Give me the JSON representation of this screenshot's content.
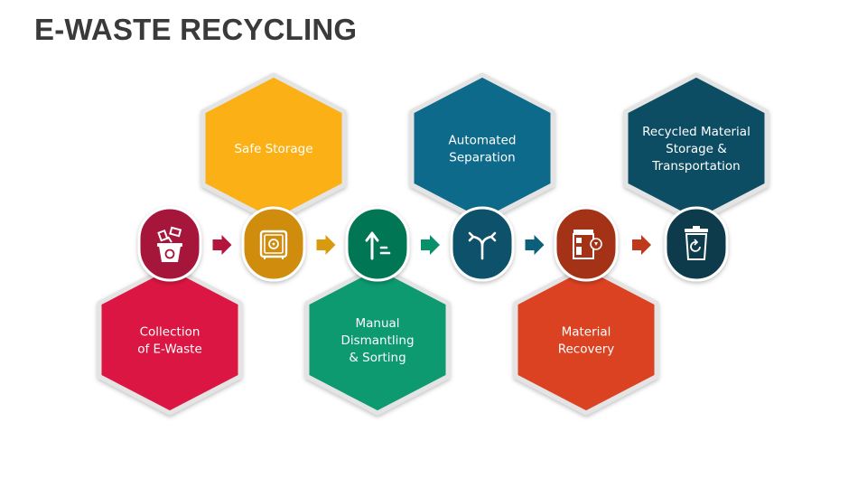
{
  "title": "E-WASTE RECYCLING",
  "colors": {
    "title": "#3a3a3a",
    "hex_border": "#e4e4e4",
    "pill_border": "#ffffff"
  },
  "steps": [
    {
      "id": "collection",
      "lines": [
        "Collection",
        "of E-Waste"
      ],
      "icon": "recycle-bin-icon",
      "hex_color": "#dc1843",
      "pill_color": "#a6143a",
      "arrow_color": "#b3163c"
    },
    {
      "id": "safe-storage",
      "lines": [
        "Safe Storage"
      ],
      "icon": "safe-icon",
      "hex_color": "#fbb116",
      "pill_color": "#cf8c0a",
      "arrow_color": "#d99a0e"
    },
    {
      "id": "manual-dismantling",
      "lines": [
        "Manual",
        "Dismantling",
        "& Sorting"
      ],
      "icon": "sort-arrow-icon",
      "hex_color": "#079a70",
      "pill_color": "#057655",
      "arrow_color": "#08906a"
    },
    {
      "id": "automated-separation",
      "lines": [
        "Automated",
        "Separation"
      ],
      "icon": "split-arrow-icon",
      "hex_color": "#0d6b8a",
      "pill_color": "#0c516a",
      "arrow_color": "#0c5f7a"
    },
    {
      "id": "material-recovery",
      "lines": [
        "Material",
        "Recovery"
      ],
      "icon": "recovery-building-icon",
      "hex_color": "#db4220",
      "pill_color": "#a43217",
      "arrow_color": "#bf3a1c"
    },
    {
      "id": "recycled-material",
      "lines": [
        "Recycled Material",
        "Storage &",
        "Transportation"
      ],
      "icon": "recycle-trash-can-icon",
      "hex_color": "#0d4e63",
      "pill_color": "#093b4c",
      "arrow_color": null
    }
  ]
}
